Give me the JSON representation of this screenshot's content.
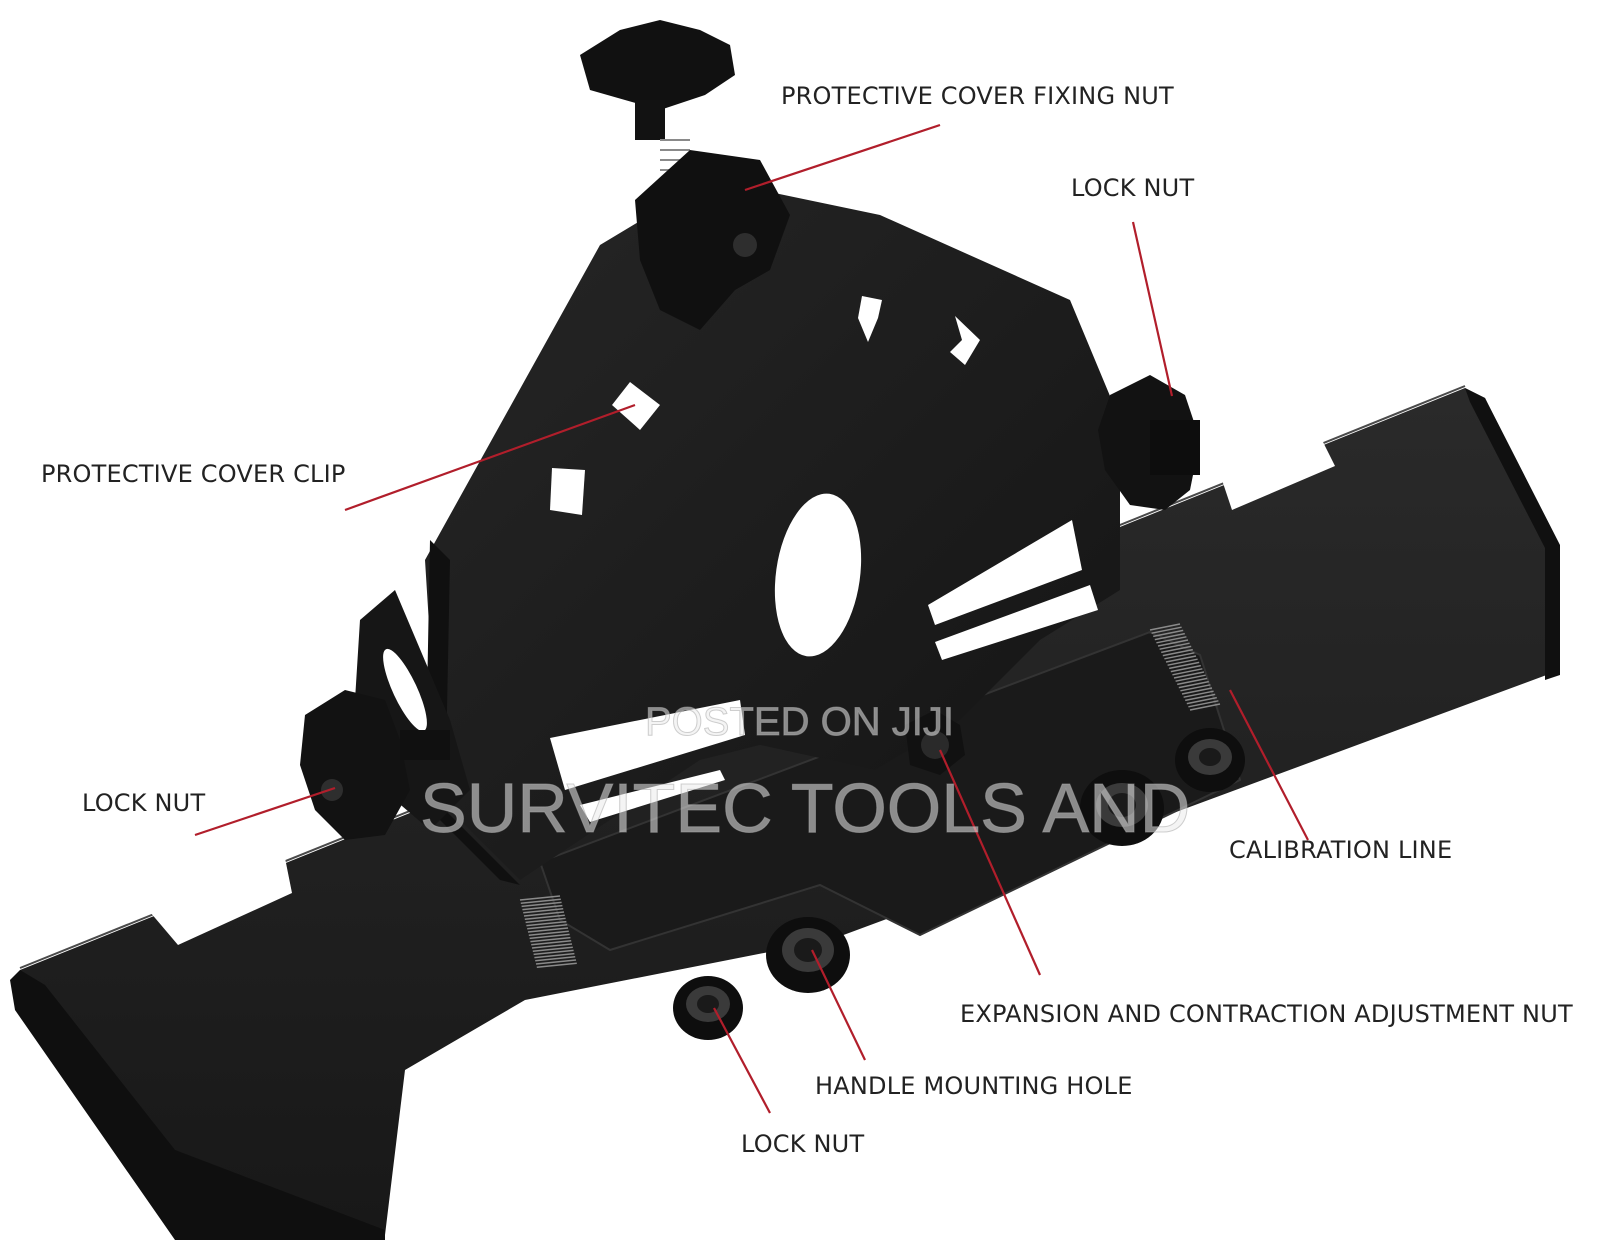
{
  "labels": {
    "protective_cover_fixing_nut": "PROTECTIVE COVER FIXING NUT",
    "lock_nut_right": "LOCK NUT",
    "protective_cover_clip": "PROTECTIVE COVER CLIP",
    "lock_nut_left": "LOCK NUT",
    "calibration_line": "CALIBRATION LINE",
    "expansion_adjustment_nut": "EXPANSION AND CONTRACTION ADJUSTMENT NUT",
    "handle_mounting_hole": "HANDLE MOUNTING HOLE",
    "lock_nut_bottom": "LOCK NUT"
  },
  "watermark": {
    "line1": "POSTED ON JIJI",
    "line2": "SURVITEC TOOLS AND"
  },
  "colors": {
    "background": "#ffffff",
    "metal": "#1c1c1c",
    "metal_edge": "#2b2b2b",
    "knob": "#111111",
    "leader_line": "#b11e2b",
    "label_text": "#222222"
  }
}
